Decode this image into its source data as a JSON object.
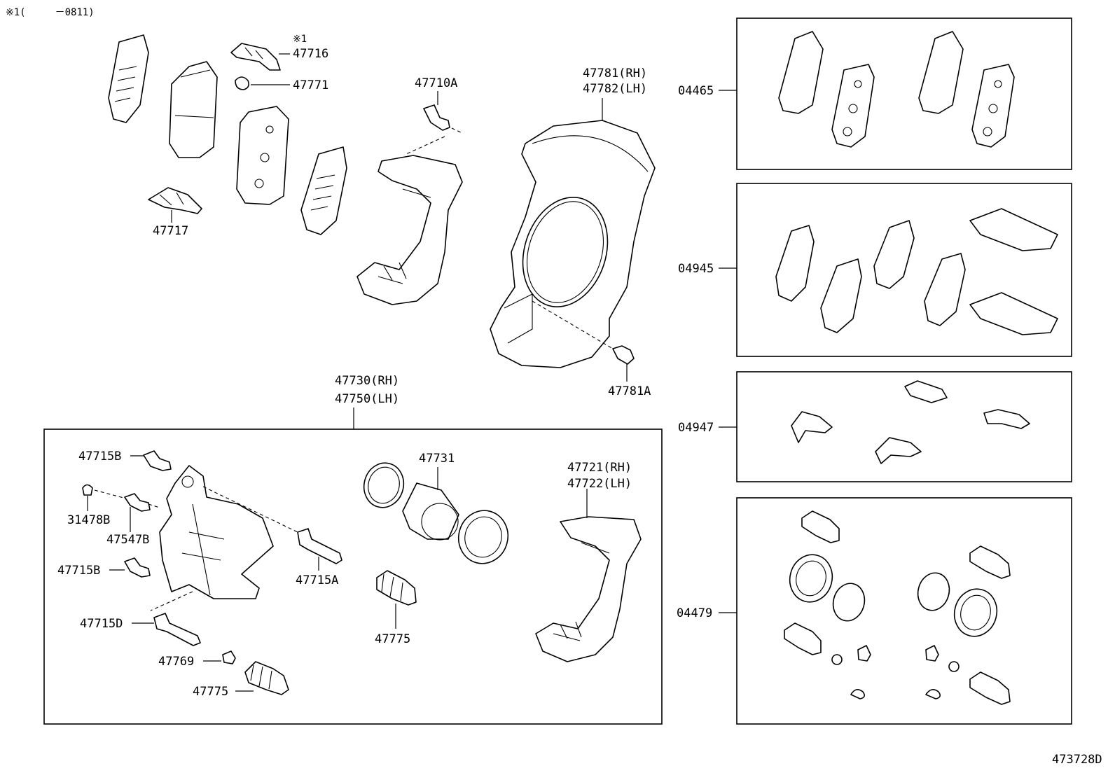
{
  "header": {
    "note": "※1(　　　－0811)",
    "diagram_id": "473728D"
  },
  "callouts": {
    "p47716_note": "※1",
    "p47716": "47716",
    "p47771": "47771",
    "p47717": "47717",
    "p47710A": "47710A",
    "p47781_rh": "47781(RH)",
    "p47782_lh": "47782(LH)",
    "p47781A": "47781A",
    "p47730_rh": "47730(RH)",
    "p47750_lh": "47750(LH)",
    "p47715B_top": "47715B",
    "p31478B": "31478B",
    "p47547B": "47547B",
    "p47715B_mid": "47715B",
    "p47715D": "47715D",
    "p47769": "47769",
    "p47775_left": "47775",
    "p47715A": "47715A",
    "p47731": "47731",
    "p47775_mid": "47775",
    "p47721_rh": "47721(RH)",
    "p47722_lh": "47722(LH)"
  },
  "kits": [
    {
      "code": "04465"
    },
    {
      "code": "04945"
    },
    {
      "code": "04947"
    },
    {
      "code": "04479"
    }
  ]
}
